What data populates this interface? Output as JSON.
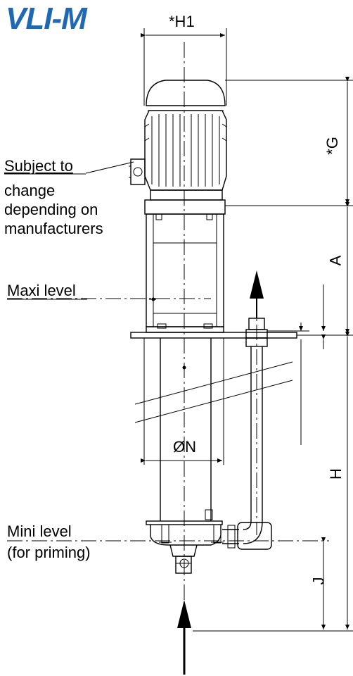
{
  "title": "VLI-M",
  "note": {
    "line1": "Subject to",
    "line2": "change",
    "line3": "depending on",
    "line4": "manufacturers"
  },
  "levels": {
    "maxi": "Maxi level",
    "mini_line1": "Mini level",
    "mini_line2": "(for priming)"
  },
  "dimensions": {
    "h1": "*H1",
    "g": "*G",
    "a": "A",
    "h": "H",
    "j": "J",
    "n": "ØN"
  }
}
